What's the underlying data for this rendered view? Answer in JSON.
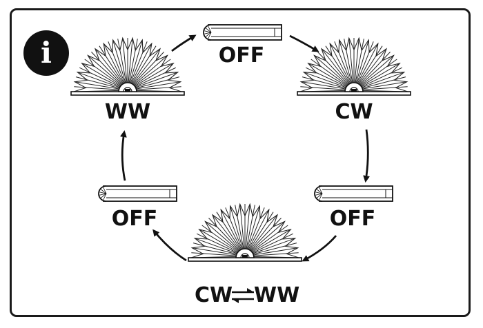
{
  "info": {
    "icon": "info-icon",
    "glyph": "i",
    "badge_color": "#111111"
  },
  "states": {
    "top": {
      "label": "OFF",
      "light": "folded"
    },
    "right": {
      "label": "CW",
      "light": "fan-open"
    },
    "bottom_right": {
      "label": "OFF",
      "light": "folded"
    },
    "bottom": {
      "label_left": "CW",
      "label_right": "WW",
      "light": "fan-open",
      "icon": "swap-arrows-icon"
    },
    "bottom_left": {
      "label": "OFF",
      "light": "folded"
    },
    "left": {
      "label": "WW",
      "light": "fan-open"
    }
  },
  "colors": {
    "ink": "#111111",
    "background": "#ffffff"
  }
}
